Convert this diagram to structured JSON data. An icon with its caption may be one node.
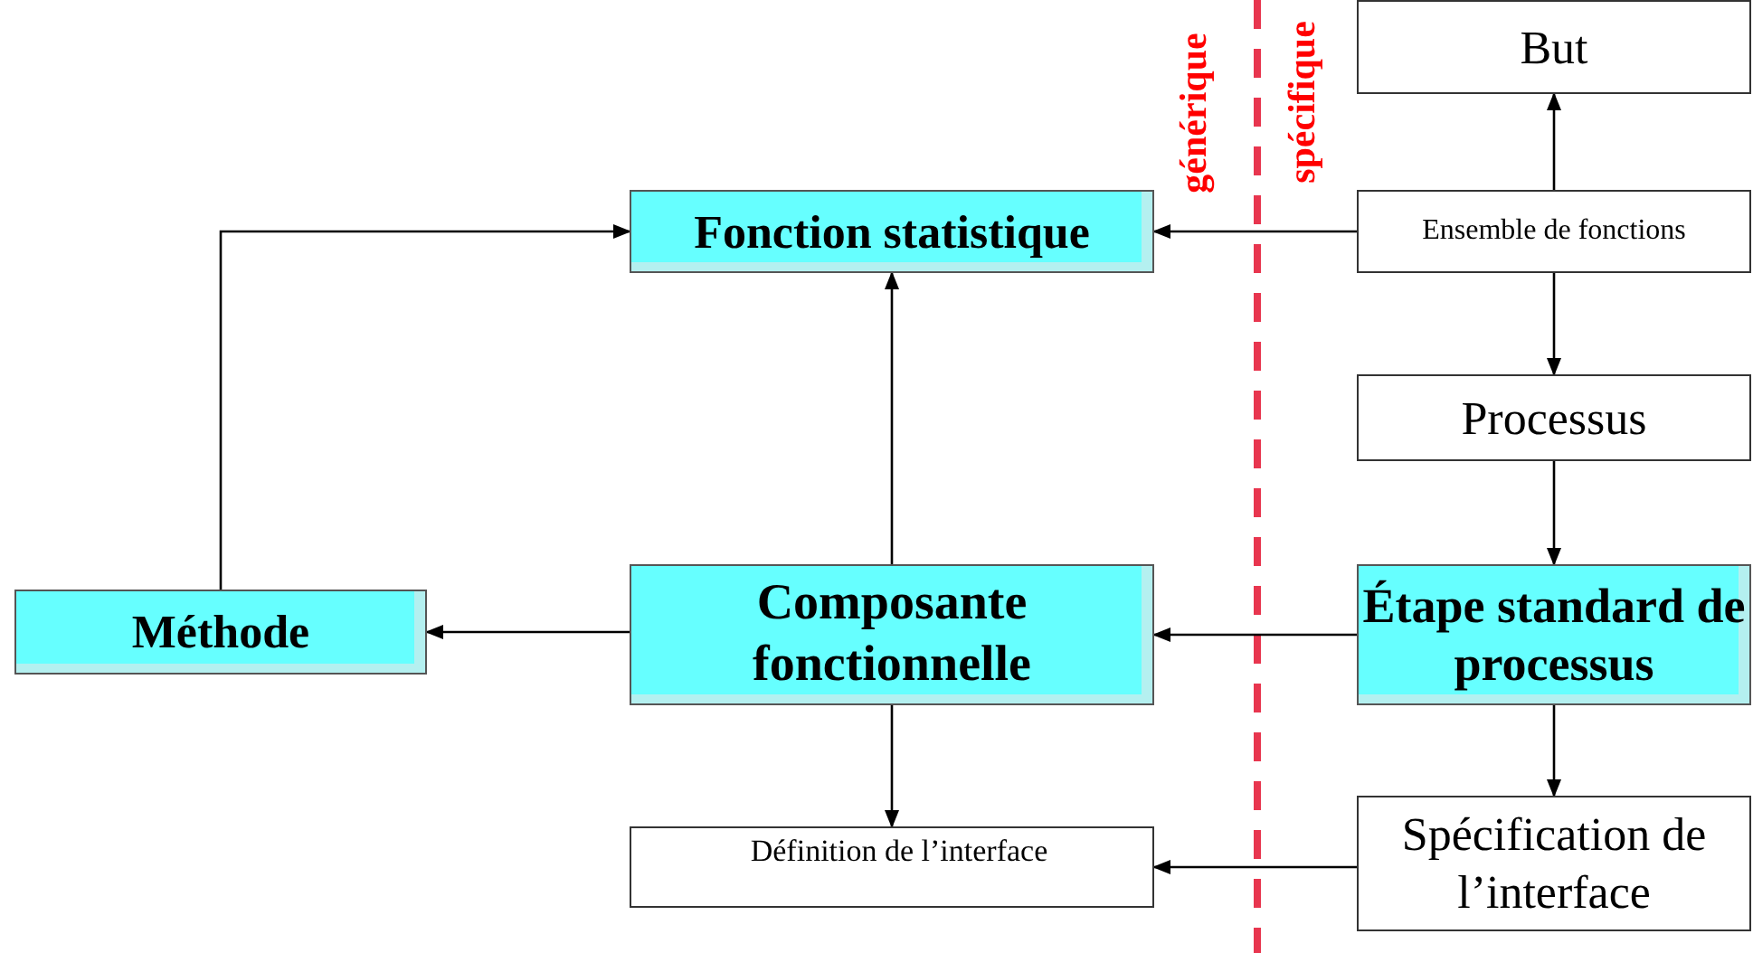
{
  "diagram": {
    "nodes": [
      {
        "text": [
          "But"
        ]
      },
      {
        "text": [
          "Ensemble de fonctions"
        ]
      },
      {
        "text": [
          "Processus"
        ]
      },
      {
        "text": [
          "Étape standard de processus"
        ]
      },
      {
        "text": [
          "Spécification de l’interface"
        ]
      },
      {
        "text": [
          "Fonction statistique"
        ]
      },
      {
        "text": [
          "Composante fonctionnelle"
        ]
      },
      {
        "text": [
          "Méthode"
        ]
      },
      {
        "text": [
          "Définition de l’interface"
        ]
      }
    ],
    "edges": [
      {
        "from": 1,
        "to": 0,
        "arrow": "to"
      },
      {
        "from": 1,
        "to": 2,
        "arrow": "to"
      },
      {
        "from": 2,
        "to": 3,
        "arrow": "to"
      },
      {
        "from": 3,
        "to": 4,
        "arrow": "to"
      },
      {
        "from": 1,
        "to": 5,
        "arrow": "to"
      },
      {
        "from": 3,
        "to": 6,
        "arrow": "to"
      },
      {
        "from": 6,
        "to": 7,
        "arrow": "to"
      },
      {
        "from": 7,
        "to": 5,
        "arrow": "to"
      },
      {
        "from": 6,
        "to": 5,
        "arrow": "to"
      },
      {
        "from": 6,
        "to": 8,
        "arrow": "to"
      },
      {
        "from": 4,
        "to": 8,
        "arrow": "to"
      }
    ],
    "labels": [
      "générique",
      "spécifique"
    ]
  }
}
